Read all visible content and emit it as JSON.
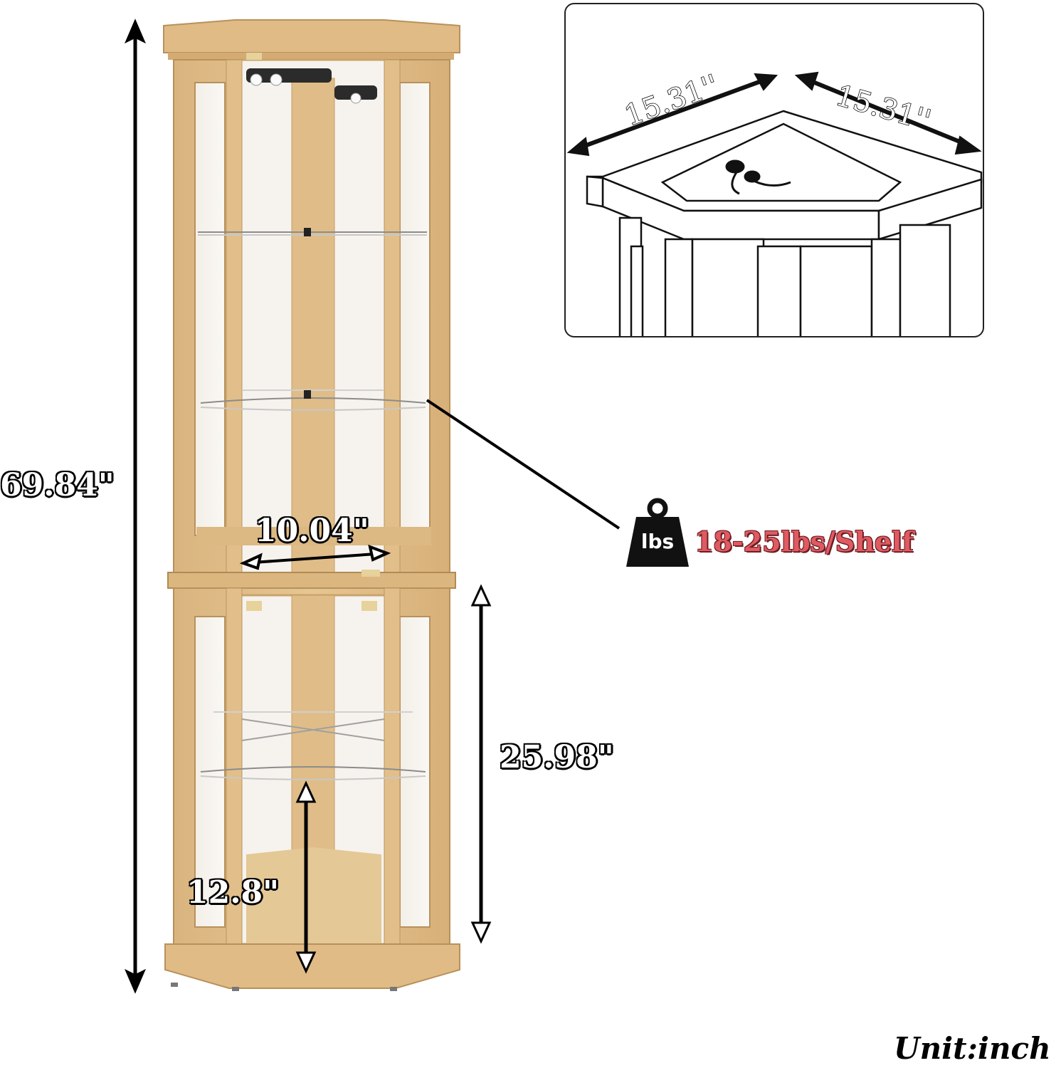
{
  "dimensions": {
    "overall_height": "69.84\"",
    "front_width": "10.04\"",
    "lower_cabinet_height": "25.98\"",
    "bottom_shelf_gap": "12.8\"",
    "side_width_left": "15.31''",
    "side_width_right": "15.31''"
  },
  "load": {
    "icon_label": "lbs",
    "capacity": "18-25lbs/Shelf",
    "color": "#e05a62"
  },
  "unit": "Unit:inch",
  "colors": {
    "wood": "#e3c08c",
    "wood_dark": "#c89c62",
    "wood_light": "#efd6a8",
    "glass": "#f4f1ec",
    "ink": "#000000"
  }
}
